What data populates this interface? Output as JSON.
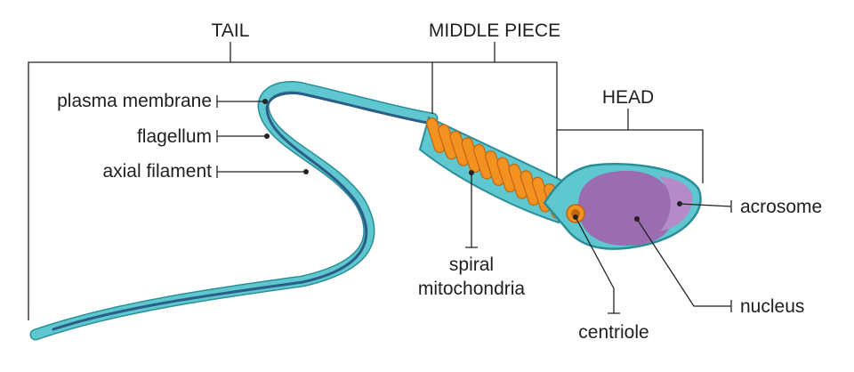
{
  "labels": {
    "tail": "TAIL",
    "middle_piece": "MIDDLE PIECE",
    "head": "HEAD",
    "plasma_membrane": "plasma membrane",
    "flagellum": "flagellum",
    "axial_filament": "axial filament",
    "spiral": "spiral",
    "mitochondria": "mitochondria",
    "centriole": "centriole",
    "acrosome": "acrosome",
    "nucleus": "nucleus"
  },
  "colors": {
    "body_fill": "#5fc7cf",
    "body_outline": "#2a8e98",
    "flagellum_line": "#2c5d86",
    "mitochondria_fill": "#f39221",
    "mitochondria_outline": "#c2650f",
    "nucleus_fill": "#9b6cb0",
    "acrosome_fill": "#b58ac9",
    "leader_line": "#222222"
  }
}
